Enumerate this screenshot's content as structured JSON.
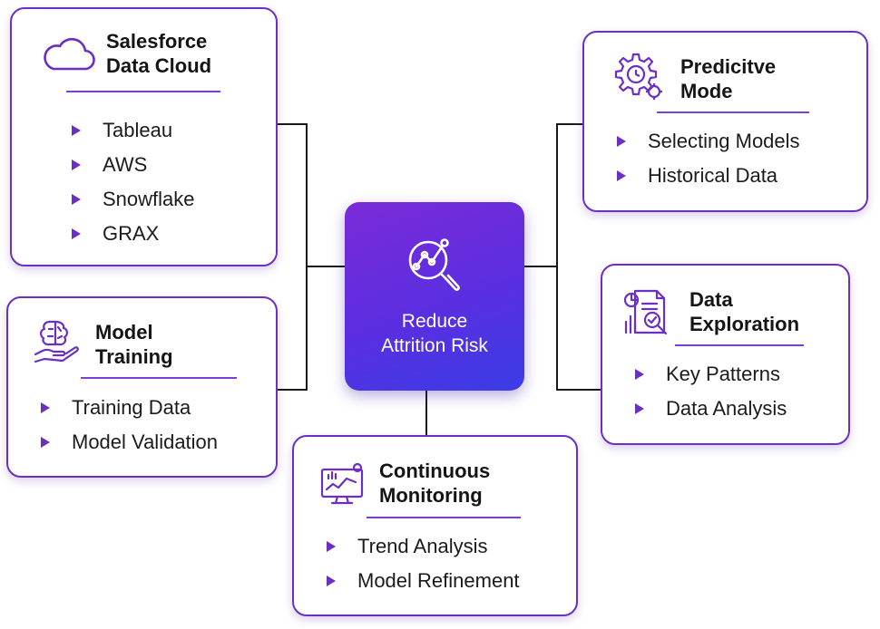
{
  "center": {
    "title_line1": "Reduce",
    "title_line2": "Attrition Risk",
    "icon": "magnifier-chart-icon"
  },
  "boxes": {
    "salesforce": {
      "title_line1": "Salesforce",
      "title_line2": "Data Cloud",
      "icon": "cloud-icon",
      "items": [
        "Tableau",
        "AWS",
        "Snowflake",
        "GRAX"
      ]
    },
    "training": {
      "title_line1": "Model",
      "title_line2": "Training",
      "icon": "brain-hand-icon",
      "items": [
        "Training Data",
        "Model Validation"
      ]
    },
    "predictive": {
      "title_line1": "Predicitve",
      "title_line2": "Mode",
      "icon": "gears-icon",
      "items": [
        "Selecting Models",
        "Historical Data"
      ]
    },
    "exploration": {
      "title_line1": "Data",
      "title_line2": "Exploration",
      "icon": "report-magnifier-icon",
      "items": [
        "Key Patterns",
        "Data Analysis"
      ]
    },
    "monitoring": {
      "title_line1": "Continuous",
      "title_line2": "Monitoring",
      "icon": "monitor-chart-icon",
      "items": [
        "Trend Analysis",
        "Model Refinement"
      ]
    }
  },
  "colors": {
    "accent": "#6a2fc4",
    "gradient_start": "#7b2bd8",
    "gradient_end": "#3a3de6",
    "connector": "#1a1a1a"
  }
}
